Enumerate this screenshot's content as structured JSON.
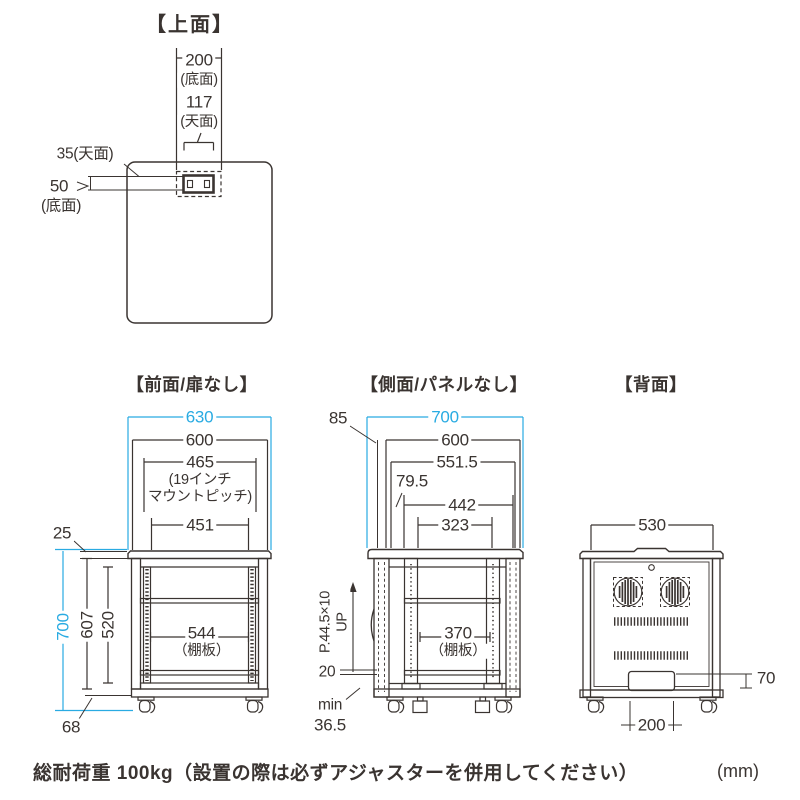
{
  "colors": {
    "accent": "#29abe2",
    "ink": "#3a3431"
  },
  "top_view": {
    "title": "【上面】",
    "slot_width_bottom": "200",
    "slot_width_bottom_note": "(底面)",
    "slot_width_top": "117",
    "slot_width_top_note": "(天面)",
    "slot_height_top": "35(天面)",
    "slot_height_bottom": "50",
    "slot_height_bottom_note": "(底面)"
  },
  "front_view": {
    "title": "【前面/扉なし】",
    "width_outer": "630",
    "width_body": "600",
    "mount_pitch": "465",
    "mount_pitch_note1": "(19インチ",
    "mount_pitch_note2": "マウントピッチ)",
    "rail_inner_width": "451",
    "top_thickness": "25",
    "height_outer": "700",
    "height_inner": "607",
    "rail_height": "520",
    "shelf_width": "544",
    "shelf_note": "（棚板）",
    "caster_height": "68"
  },
  "side_view": {
    "title": "【側面/パネルなし】",
    "depth_outer": "700",
    "front_overhang": "85",
    "depth_body": "600",
    "depth_inner": "551.5",
    "front_clearance": "79.5",
    "depth_442": "442",
    "rail_span": "323",
    "pitch": "P.44.5×10",
    "pitch_up": "UP",
    "gap_20": "20",
    "min_label": "min",
    "min_value": "36.5",
    "shelf_depth": "370",
    "shelf_note": "（棚板）"
  },
  "back_view": {
    "title": "【背面】",
    "width_panel": "530",
    "slot_height": "70",
    "slot_width": "200"
  },
  "footer": {
    "load_note": "総耐荷重 100kg（設置の際は必ずアジャスターを併用してください）",
    "unit": "(mm)"
  }
}
